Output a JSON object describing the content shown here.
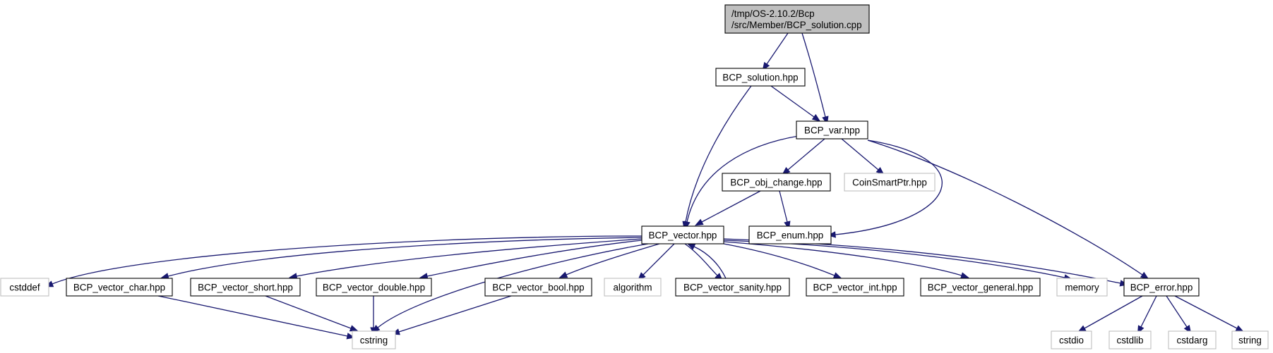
{
  "graph": {
    "colors": {
      "edge": "#191970",
      "root_fill": "#bfbfbf",
      "node_border": "#000000",
      "external_border": "#bfbfbf",
      "background": "#ffffff"
    },
    "nodes": [
      {
        "id": "root",
        "lines": [
          "/tmp/OS-2.10.2/Bcp",
          "/src/Member/BCP_solution.cpp"
        ],
        "kind": "root"
      },
      {
        "id": "solution_hpp",
        "lines": [
          "BCP_solution.hpp"
        ],
        "kind": "file"
      },
      {
        "id": "var_hpp",
        "lines": [
          "BCP_var.hpp"
        ],
        "kind": "file"
      },
      {
        "id": "obj_change_hpp",
        "lines": [
          "BCP_obj_change.hpp"
        ],
        "kind": "file"
      },
      {
        "id": "coin_smart_ptr",
        "lines": [
          "CoinSmartPtr.hpp"
        ],
        "kind": "external"
      },
      {
        "id": "vector_hpp",
        "lines": [
          "BCP_vector.hpp"
        ],
        "kind": "file"
      },
      {
        "id": "enum_hpp",
        "lines": [
          "BCP_enum.hpp"
        ],
        "kind": "file"
      },
      {
        "id": "cstddef",
        "lines": [
          "cstddef"
        ],
        "kind": "external"
      },
      {
        "id": "vector_char",
        "lines": [
          "BCP_vector_char.hpp"
        ],
        "kind": "file"
      },
      {
        "id": "vector_short",
        "lines": [
          "BCP_vector_short.hpp"
        ],
        "kind": "file"
      },
      {
        "id": "vector_double",
        "lines": [
          "BCP_vector_double.hpp"
        ],
        "kind": "file"
      },
      {
        "id": "vector_bool",
        "lines": [
          "BCP_vector_bool.hpp"
        ],
        "kind": "file"
      },
      {
        "id": "algorithm",
        "lines": [
          "algorithm"
        ],
        "kind": "external"
      },
      {
        "id": "vector_sanity",
        "lines": [
          "BCP_vector_sanity.hpp"
        ],
        "kind": "file"
      },
      {
        "id": "vector_int",
        "lines": [
          "BCP_vector_int.hpp"
        ],
        "kind": "file"
      },
      {
        "id": "vector_general",
        "lines": [
          "BCP_vector_general.hpp"
        ],
        "kind": "file"
      },
      {
        "id": "memory",
        "lines": [
          "memory"
        ],
        "kind": "external"
      },
      {
        "id": "error_hpp",
        "lines": [
          "BCP_error.hpp"
        ],
        "kind": "file"
      },
      {
        "id": "cstring",
        "lines": [
          "cstring"
        ],
        "kind": "external"
      },
      {
        "id": "cstdio",
        "lines": [
          "cstdio"
        ],
        "kind": "external"
      },
      {
        "id": "cstdlib",
        "lines": [
          "cstdlib"
        ],
        "kind": "external"
      },
      {
        "id": "cstdarg",
        "lines": [
          "cstdarg"
        ],
        "kind": "external"
      },
      {
        "id": "string",
        "lines": [
          "string"
        ],
        "kind": "external"
      }
    ],
    "edges": [
      {
        "from": "root",
        "to": "solution_hpp"
      },
      {
        "from": "root",
        "to": "var_hpp"
      },
      {
        "from": "solution_hpp",
        "to": "var_hpp"
      },
      {
        "from": "solution_hpp",
        "to": "vector_hpp"
      },
      {
        "from": "var_hpp",
        "to": "vector_hpp"
      },
      {
        "from": "var_hpp",
        "to": "obj_change_hpp"
      },
      {
        "from": "var_hpp",
        "to": "coin_smart_ptr"
      },
      {
        "from": "var_hpp",
        "to": "enum_hpp"
      },
      {
        "from": "var_hpp",
        "to": "error_hpp"
      },
      {
        "from": "obj_change_hpp",
        "to": "vector_hpp"
      },
      {
        "from": "obj_change_hpp",
        "to": "enum_hpp"
      },
      {
        "from": "vector_hpp",
        "to": "cstddef"
      },
      {
        "from": "vector_hpp",
        "to": "vector_char"
      },
      {
        "from": "vector_hpp",
        "to": "vector_short"
      },
      {
        "from": "vector_hpp",
        "to": "vector_double"
      },
      {
        "from": "vector_hpp",
        "to": "cstring"
      },
      {
        "from": "vector_hpp",
        "to": "vector_bool"
      },
      {
        "from": "vector_hpp",
        "to": "algorithm"
      },
      {
        "from": "vector_hpp",
        "to": "vector_sanity"
      },
      {
        "from": "vector_hpp",
        "to": "vector_int"
      },
      {
        "from": "vector_hpp",
        "to": "vector_general"
      },
      {
        "from": "vector_hpp",
        "to": "memory"
      },
      {
        "from": "vector_hpp",
        "to": "error_hpp"
      },
      {
        "from": "vector_sanity",
        "to": "vector_hpp"
      },
      {
        "from": "vector_char",
        "to": "cstring"
      },
      {
        "from": "vector_short",
        "to": "cstring"
      },
      {
        "from": "vector_double",
        "to": "cstring"
      },
      {
        "from": "vector_bool",
        "to": "cstring"
      },
      {
        "from": "error_hpp",
        "to": "cstdio"
      },
      {
        "from": "error_hpp",
        "to": "cstdlib"
      },
      {
        "from": "error_hpp",
        "to": "cstdarg"
      },
      {
        "from": "error_hpp",
        "to": "string"
      }
    ]
  }
}
